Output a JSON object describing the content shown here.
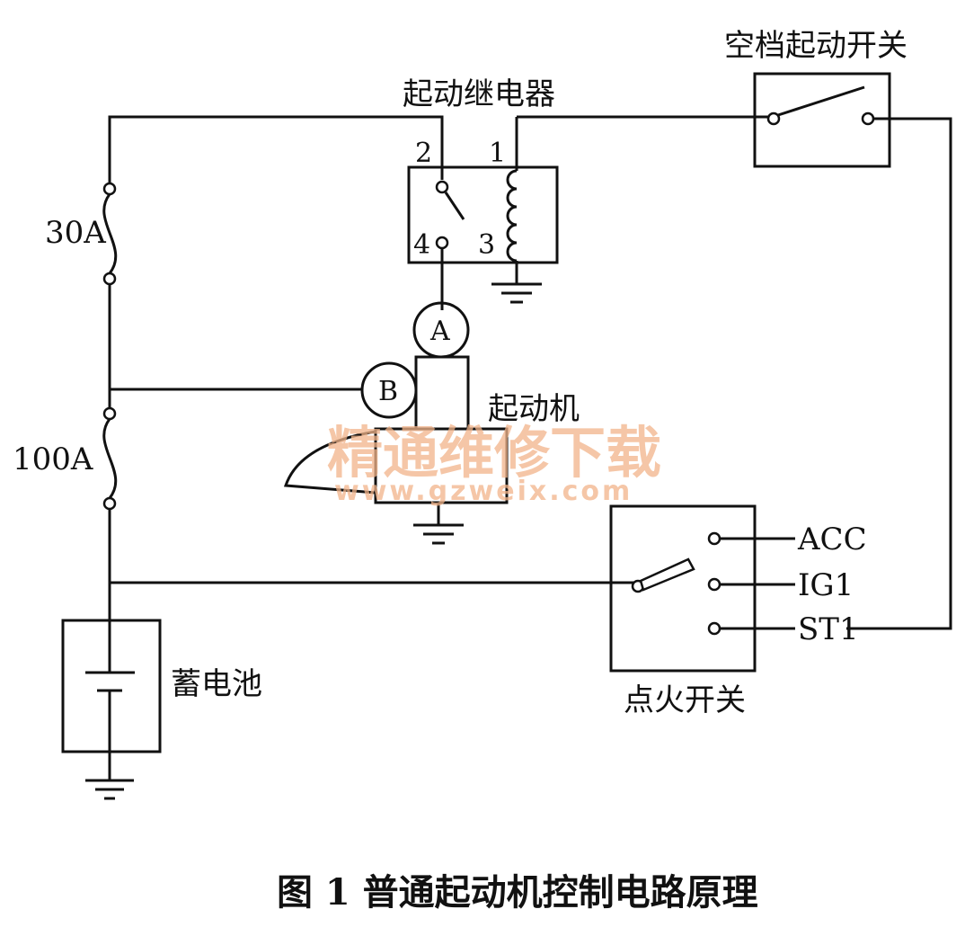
{
  "labels": {
    "relay": "起动继电器",
    "neutral_switch": "空档起动开关",
    "starter": "起动机",
    "battery": "蓄电池",
    "ignition_switch": "点火开关",
    "fuse_30": "30A",
    "fuse_100": "100A",
    "terminal_a": "A",
    "terminal_b": "B",
    "relay_pin_1": "1",
    "relay_pin_2": "2",
    "relay_pin_3": "3",
    "relay_pin_4": "4",
    "acc": "ACC",
    "ig1": "IG1",
    "st1": "ST1"
  },
  "caption": "图 1  普通起动机控制电路原理",
  "watermark": {
    "title": "精通维修下载",
    "url": "www.gzweix.com"
  },
  "colors": {
    "line": "#111111",
    "watermark": "#f2b48a"
  }
}
